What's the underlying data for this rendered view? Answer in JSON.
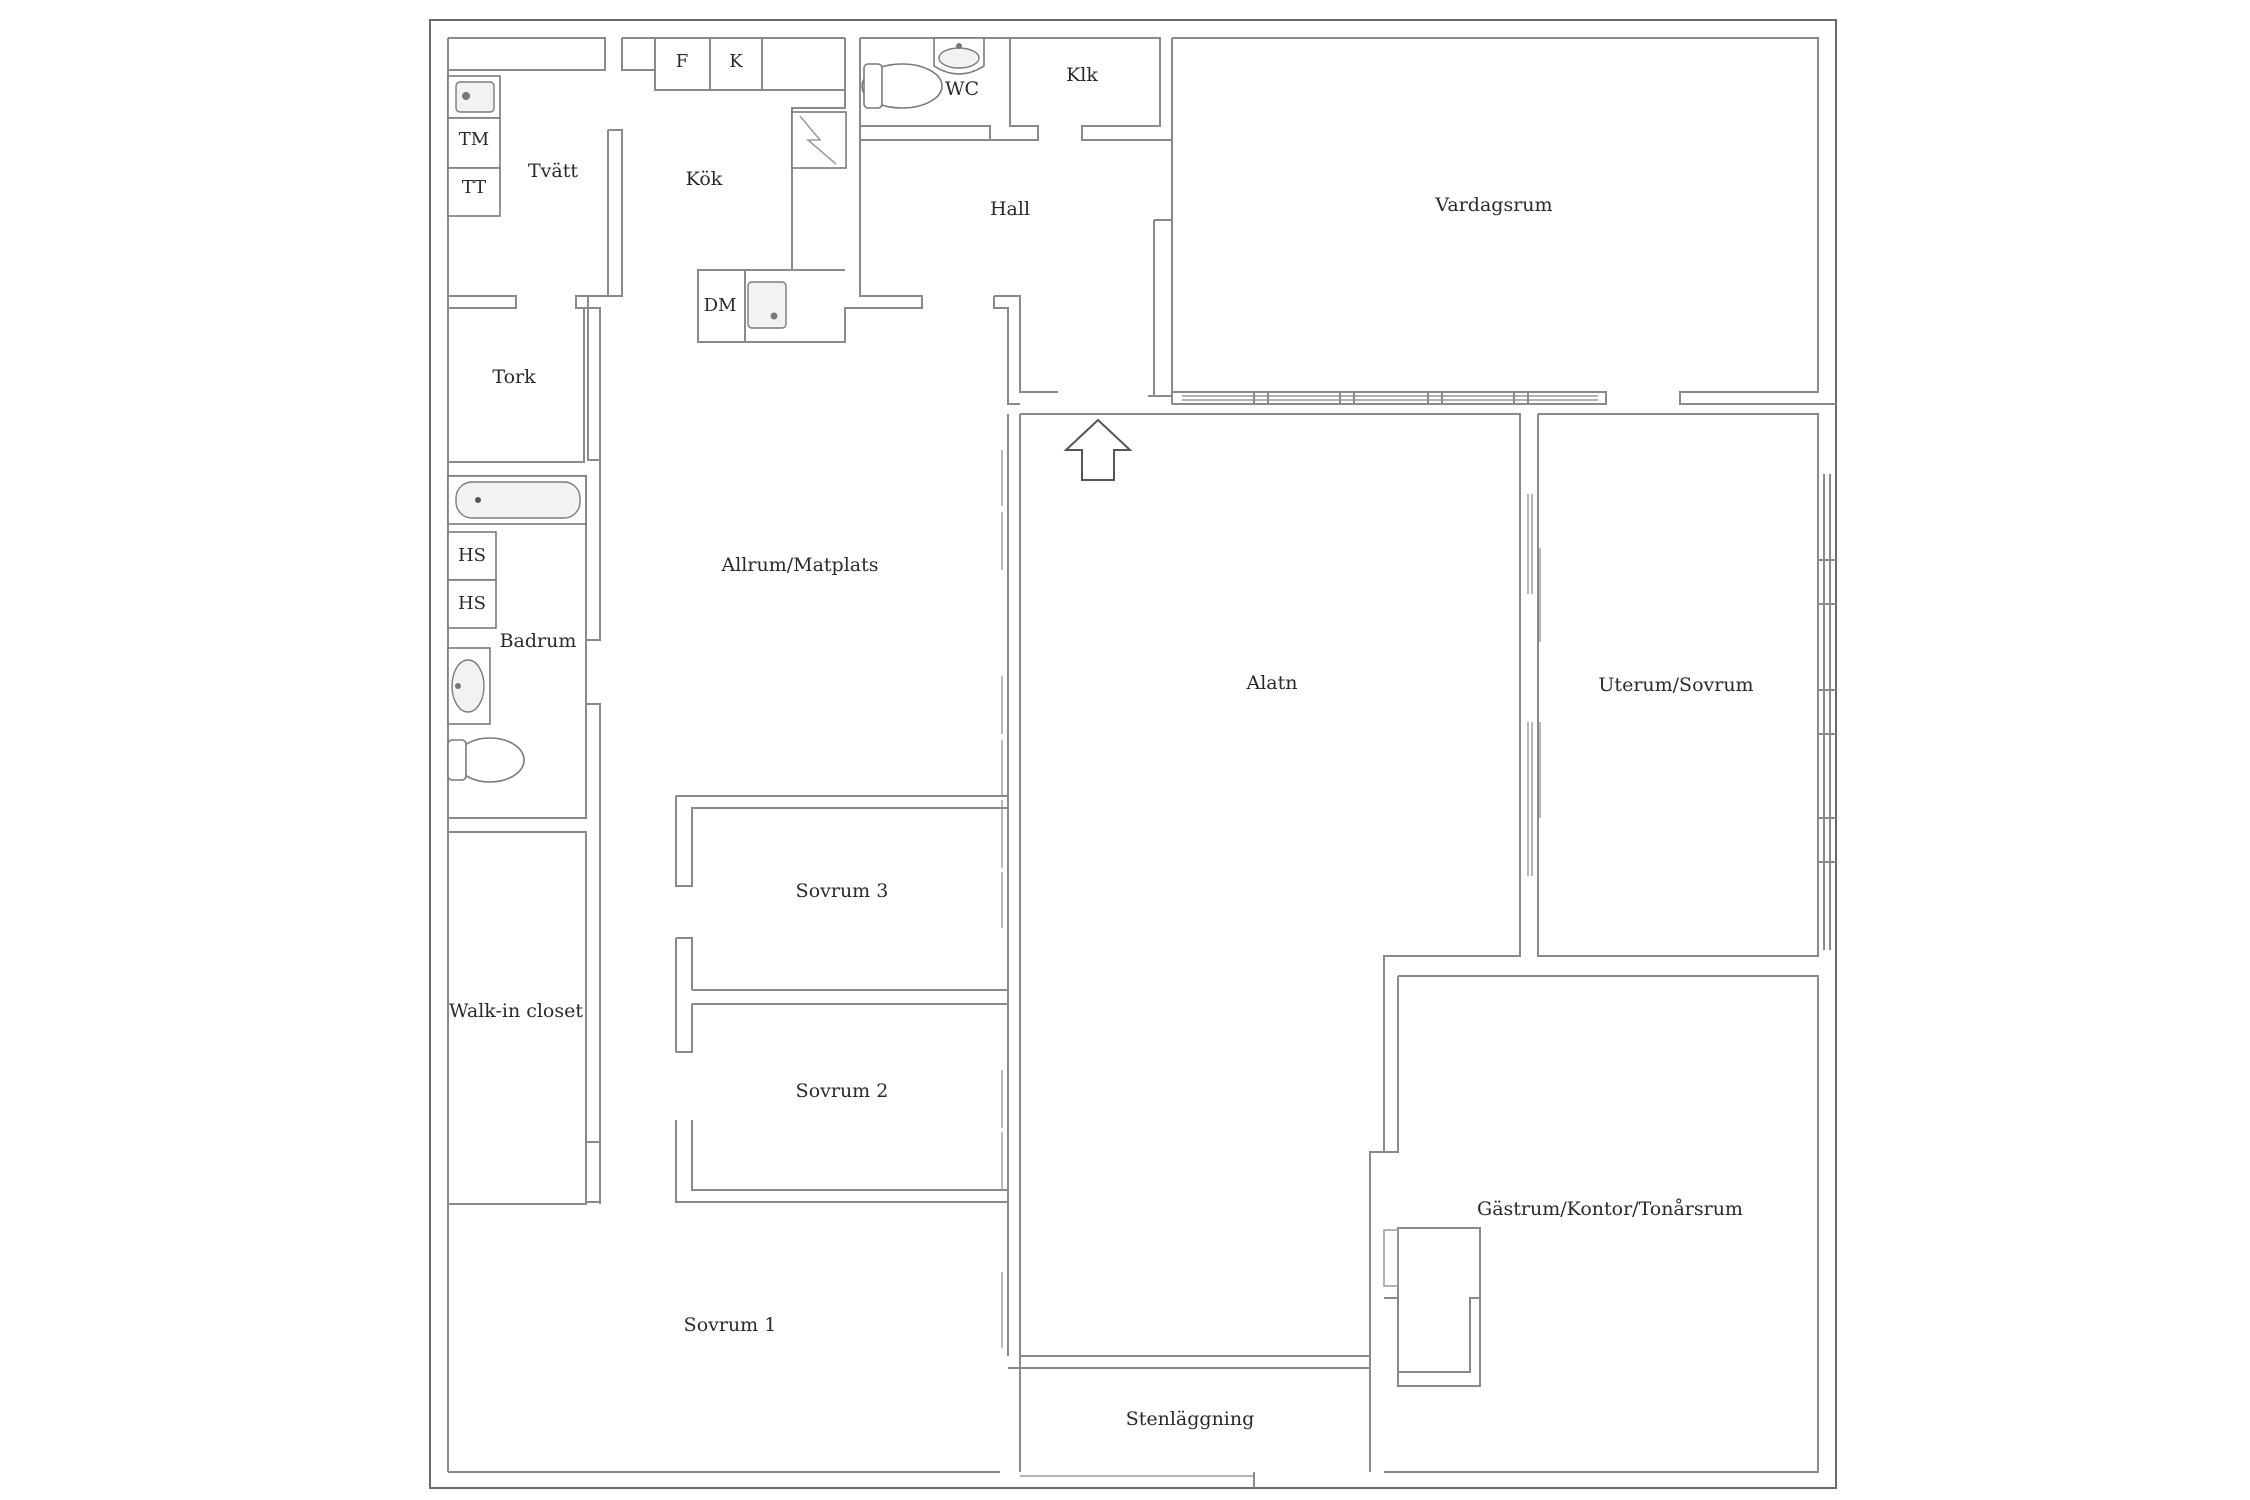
{
  "rooms": {
    "tvatt": "Tvätt",
    "kok": "Kök",
    "hall": "Hall",
    "wc": "WC",
    "klk": "Klk",
    "vardagsrum": "Vardagsrum",
    "tork": "Tork",
    "badrum": "Badrum",
    "allrum": "Allrum/Matplats",
    "alatn": "Alatn",
    "uterum": "Uterum/Sovrum",
    "sovrum3": "Sovrum 3",
    "sovrum2": "Sovrum 2",
    "sovrum1": "Sovrum 1",
    "walkin": "Walk-in closet",
    "gastrum": "Gästrum/Kontor/Tonårsrum",
    "stenlaggning": "Stenläggning"
  },
  "fixtures": {
    "tm": "TM",
    "tt": "TT",
    "f": "F",
    "k": "K",
    "dm": "DM",
    "hs1": "HS",
    "hs2": "HS"
  },
  "icons": {
    "entrance": "entrance-arrow-icon",
    "chimney": "chimney-icon",
    "sink": "sink-icon",
    "toilet": "toilet-icon",
    "bathtub": "bathtub-icon"
  },
  "colors": {
    "wall": "#8a8a8a",
    "background": "#ffffff",
    "text": "#2a2a2a"
  }
}
